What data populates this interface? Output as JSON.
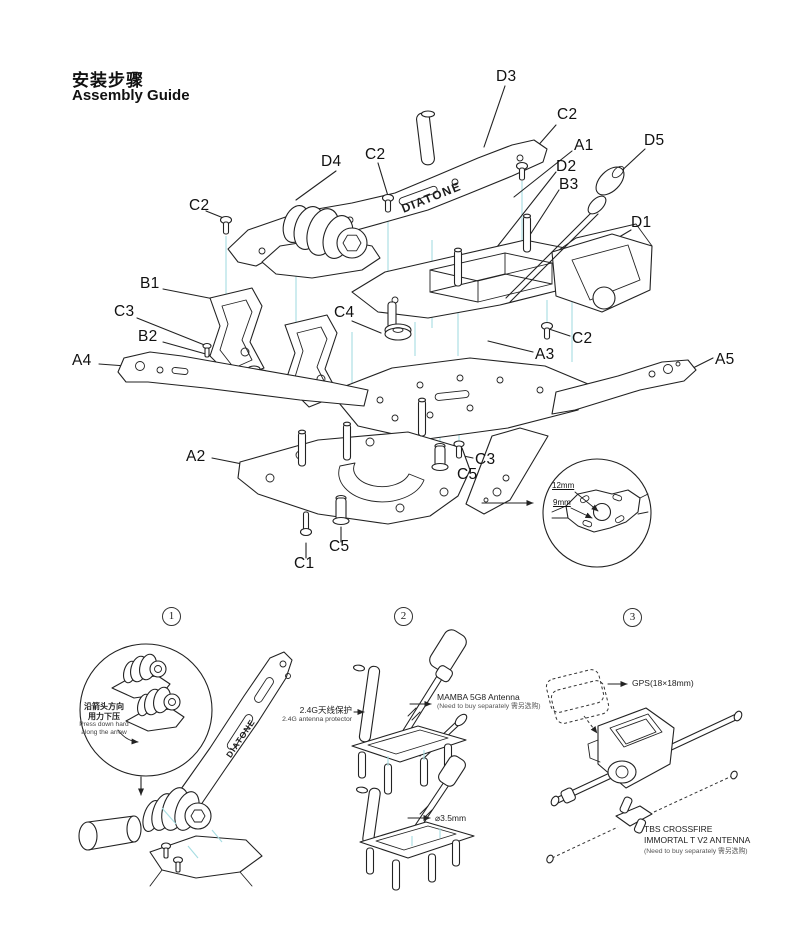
{
  "title": {
    "cn": "安装步骤",
    "en": "Assembly Guide"
  },
  "brand": "DIATONE",
  "colors": {
    "line": "#222222",
    "assembly_guide_line": "#a6dde2",
    "text": "#111111",
    "note_text": "#555555"
  },
  "main_diagram": {
    "part_labels": [
      "D3",
      "C2",
      "A1",
      "D2",
      "B3",
      "D5",
      "D4",
      "C2",
      "C2",
      "D1",
      "B1",
      "C3",
      "B2",
      "A4",
      "C4",
      "C2",
      "A3",
      "A5",
      "A2",
      "C3",
      "C5",
      "C5",
      "C1"
    ],
    "detail_callout": {
      "dim_top": "12mm",
      "dim_bottom": "9mm"
    }
  },
  "sections": {
    "one": {
      "number": "1",
      "pressdown_cn_line1": "沿箭头方向",
      "pressdown_cn_line2": "用力下压",
      "pressdown_en_line1": "Press down hard",
      "pressdown_en_line2": "along the arrow"
    },
    "two": {
      "number": "2",
      "protector_cn": "2.4G天线保护",
      "protector_en": "2.4G antenna protector",
      "antenna_name": "MAMBA 5G8 Antenna",
      "antenna_note": "(Need to buy separately 需另选购)",
      "hole_diameter": "⌀3.5mm"
    },
    "three": {
      "number": "3",
      "gps_label": "GPS(18×18mm)",
      "antenna_line1": "TBS CROSSFIRE",
      "antenna_line2": "IMMORTAL T V2 ANTENNA",
      "antenna_note": "(Need to buy separately 需另选购)"
    }
  }
}
